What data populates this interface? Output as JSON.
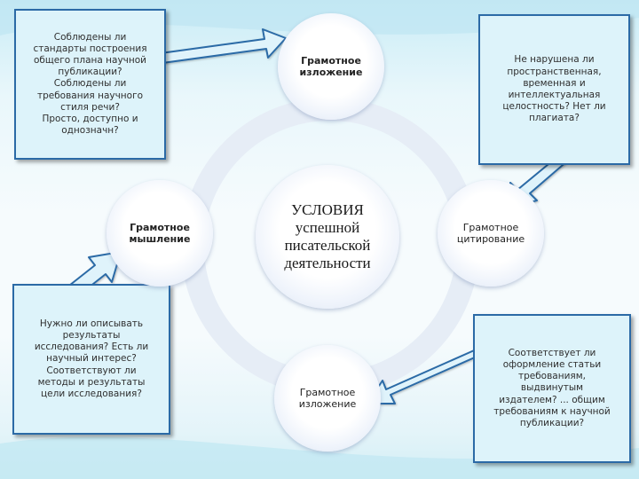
{
  "diagram": {
    "center": {
      "label": "УСЛОВИЯ\nуспешной\nписательской\nдеятельности"
    },
    "nodes": {
      "top": {
        "label": "Грамотное\nизложение"
      },
      "left": {
        "label": "Грамотное\nмышление"
      },
      "right": {
        "label": "Грамотное\nцитирование"
      },
      "bottom": {
        "label": "Грамотное\nизложение"
      }
    },
    "callouts": {
      "top_left": "Соблюдены ли\nстандарты построения\nобщего плана научной\nпубликации?\nСоблюдены ли\nтребования научного\nстиля речи?\nПросто, доступно и\nоднозначн?",
      "top_right": "Не нарушена ли\nпространственная,\nвременная и\nинтеллектуальная\nцелостность? Нет ли\nплагиата?",
      "bottom_left": "Нужно ли описывать\nрезультаты\nисследования? Есть ли\nнаучный интерес?\nСоответствуют ли\nметоды и результаты\nцели исследования?",
      "bottom_right": "Соответствует ли\nоформление статьи\nтребованиям,\nвыдвинутым\nиздателем? ... общим\nтребованиям к научной\nпубликации?"
    },
    "colors": {
      "box_border": "#2b6aa6",
      "box_fill": "#ddf3fa",
      "arrow_fill": "#dff3fb",
      "arrow_stroke": "#2b6aa6",
      "ring": "#e6edf6"
    }
  }
}
